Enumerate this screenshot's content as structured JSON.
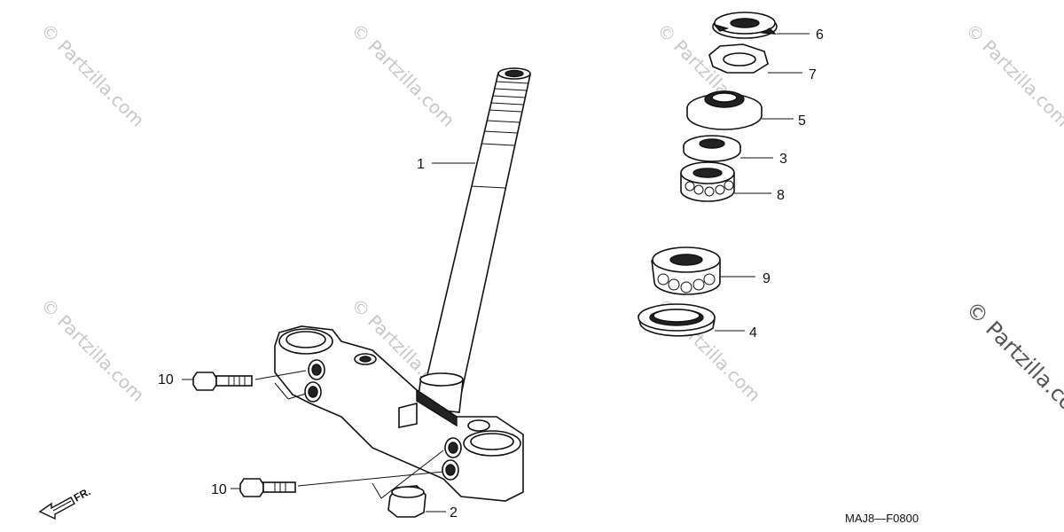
{
  "watermark": {
    "text": "© Partzilla.com"
  },
  "diagram_code": "MAJ8—F0800",
  "front_marker": "FR.",
  "parts": [
    {
      "ref": "1",
      "label": "1"
    },
    {
      "ref": "2",
      "label": "2"
    },
    {
      "ref": "3",
      "label": "3"
    },
    {
      "ref": "4",
      "label": "4"
    },
    {
      "ref": "5",
      "label": "5"
    },
    {
      "ref": "6",
      "label": "6"
    },
    {
      "ref": "7",
      "label": "7"
    },
    {
      "ref": "8",
      "label": "8"
    },
    {
      "ref": "9",
      "label": "9"
    },
    {
      "ref": "10a",
      "label": "10"
    },
    {
      "ref": "10b",
      "label": "10"
    }
  ]
}
